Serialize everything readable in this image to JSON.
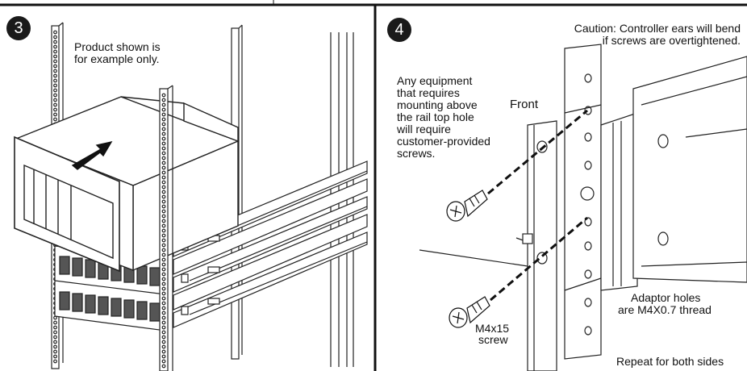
{
  "panels": [
    {
      "step": "3",
      "note_lines": [
        "Product shown is",
        "for example only."
      ]
    },
    {
      "step": "4",
      "caution_lines": [
        "Caution: Controller ears will bend",
        "if screws are overtightened."
      ],
      "equipment_lines": [
        "Any equipment",
        "that requires",
        "mounting above",
        "the rail top hole",
        "will require",
        "customer-provided",
        "screws."
      ],
      "front_label": "Front",
      "adaptor_lines": [
        "Adaptor holes",
        "are M4X0.7 thread"
      ],
      "screw_lines": [
        "M4x15",
        "screw"
      ],
      "repeat_note": "Repeat for both sides"
    }
  ]
}
